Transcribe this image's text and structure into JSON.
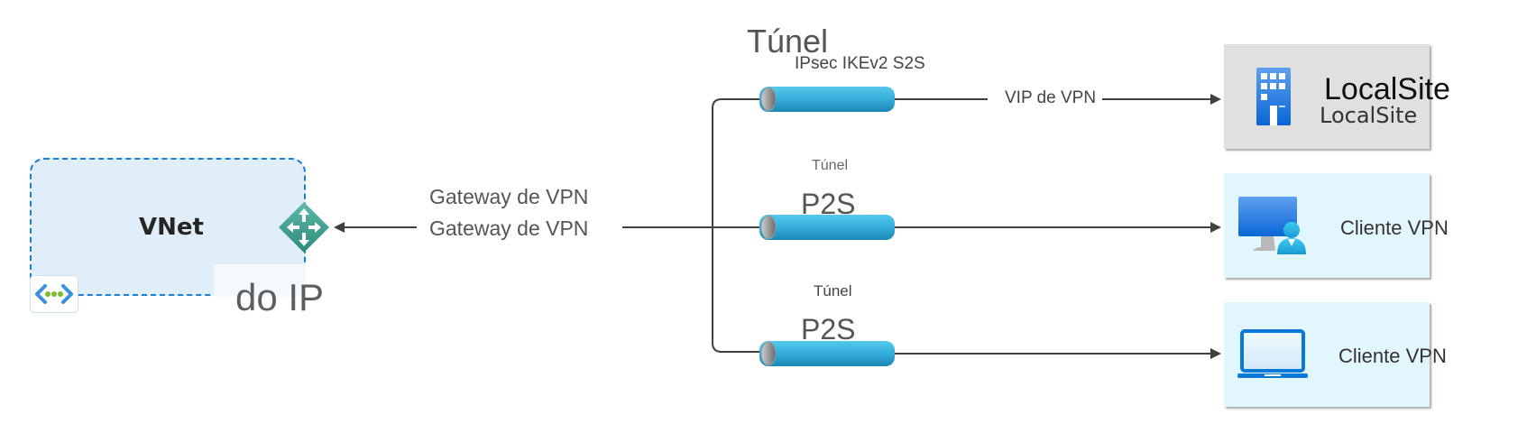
{
  "diagram": {
    "vnet": {
      "label": "VNet",
      "icon": "virtual-network-icon"
    },
    "ip_label": "do IP",
    "gateway": {
      "icon": "vpn-gateway-icon",
      "label_line1": "Gateway de VPN",
      "label_line2": "Gateway de VPN"
    },
    "tunnels": [
      {
        "title": "Túnel",
        "subtitle": "IPsec IKEv2 S2S",
        "endpoint_label": "VIP de VPN"
      },
      {
        "title": "Túnel",
        "subtitle": "P2S"
      },
      {
        "title": "Túnel",
        "subtitle": "P2S"
      }
    ],
    "destinations": [
      {
        "title": "LocalSite",
        "subtitle": "LocalSite",
        "icon": "building-icon",
        "color": "#e0e0e0"
      },
      {
        "label": "Cliente VPN",
        "icon": "desktop-user-icon",
        "color": "#e2f6fd"
      },
      {
        "label": "Cliente VPN",
        "icon": "laptop-icon",
        "color": "#e2f6fd"
      }
    ],
    "colors": {
      "vnet_fill": "#dfeef9",
      "vnet_border": "#1a7fd4",
      "gateway": "#3a9e8c",
      "tunnel": "#2ba5d2",
      "connector": "#404040"
    }
  }
}
